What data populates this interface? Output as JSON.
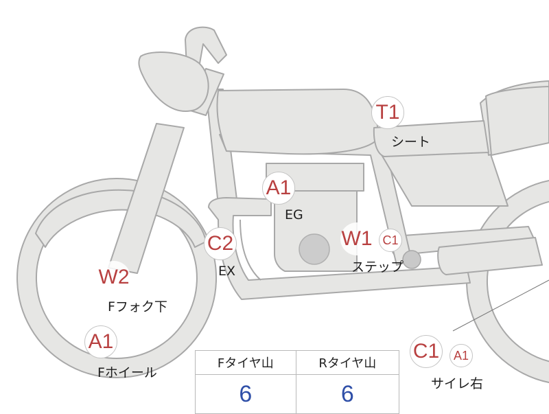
{
  "markers": [
    {
      "id": "seat",
      "code": "T1",
      "label": "シート"
    },
    {
      "id": "engine",
      "code": "A1",
      "label": "EG"
    },
    {
      "id": "exhaust",
      "code": "C2",
      "label": "EX"
    },
    {
      "id": "step",
      "code": "W1",
      "sub_code": "C1",
      "label": "ステップ"
    },
    {
      "id": "front-fork",
      "code": "W2",
      "label": "Fフォク下"
    },
    {
      "id": "front-wheel",
      "code": "A1",
      "label": "Fホイール"
    },
    {
      "id": "silencer-right",
      "code": "C1",
      "sub_code": "A1",
      "label": "サイレ右"
    }
  ],
  "tread_table": {
    "headers": [
      "Fタイヤ山",
      "Rタイヤ山"
    ],
    "values": [
      "6",
      "6"
    ]
  },
  "colors": {
    "code_text": "#b84040",
    "table_value": "#2f4fa8",
    "silhouette_fill": "#e6e6e4",
    "silhouette_stroke": "#a8a8a8"
  }
}
